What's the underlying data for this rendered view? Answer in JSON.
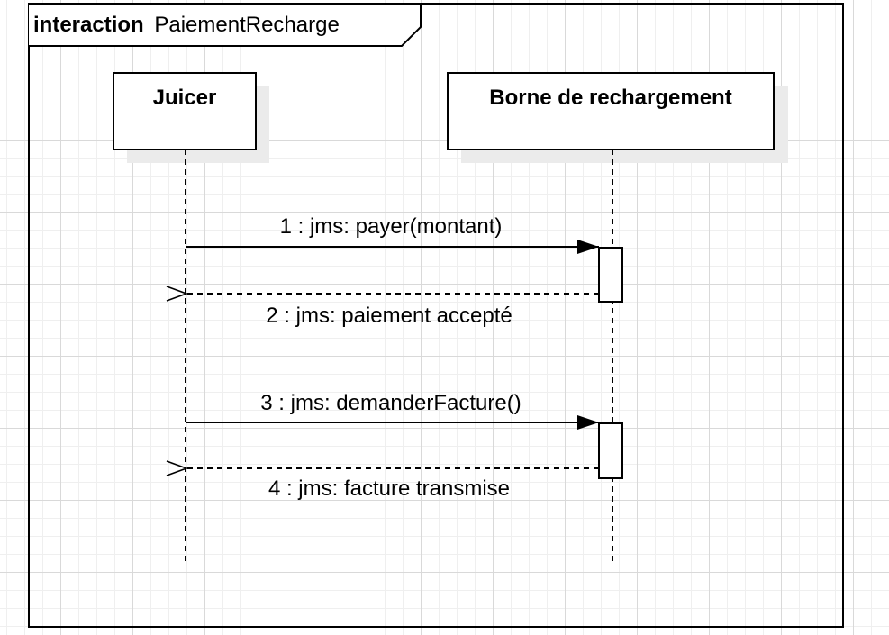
{
  "frame": {
    "keyword": "interaction",
    "name": "PaiementRecharge"
  },
  "lifelines": [
    {
      "name": "Juicer"
    },
    {
      "name": "Borne de rechargement"
    }
  ],
  "messages": [
    {
      "label": "1 : jms: payer(montant)",
      "kind": "sync",
      "from": "Juicer",
      "to": "Borne de rechargement"
    },
    {
      "label": "2 : jms: paiement accepté",
      "kind": "reply",
      "from": "Borne de rechargement",
      "to": "Juicer"
    },
    {
      "label": "3 : jms: demanderFacture()",
      "kind": "sync",
      "from": "Juicer",
      "to": "Borne de rechargement"
    },
    {
      "label": "4 : jms: facture transmise",
      "kind": "reply",
      "from": "Borne de rechargement",
      "to": "Juicer"
    }
  ]
}
